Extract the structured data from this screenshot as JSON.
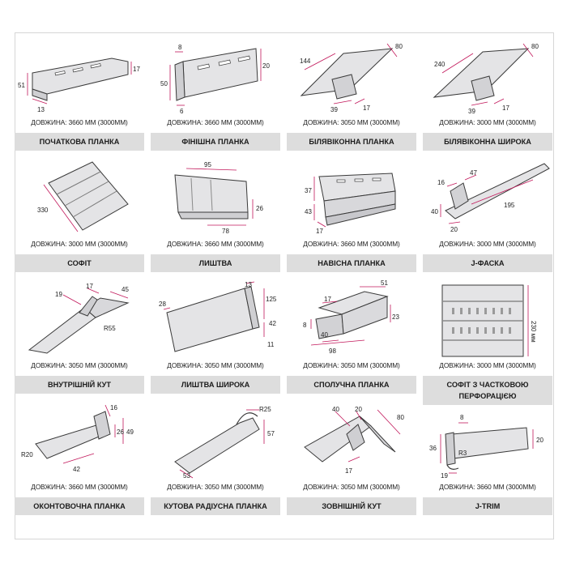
{
  "items": [
    {
      "length": "ДОВЖИНА: 3660 ММ (3000ММ)",
      "name": "ПОЧАТКОВА ПЛАНКА",
      "dims": [
        "51",
        "13",
        "17"
      ]
    },
    {
      "length": "ДОВЖИНА: 3660 ММ (3000ММ)",
      "name": "ФІНІШНА ПЛАНКА",
      "dims": [
        "8",
        "50",
        "20",
        "6"
      ]
    },
    {
      "length": "ДОВЖИНА: 3050 ММ (3000ММ)",
      "name": "БІЛЯВІКОННА ПЛАНКА",
      "dims": [
        "144",
        "80",
        "39",
        "17"
      ]
    },
    {
      "length": "ДОВЖИНА: 3000 ММ (3000ММ)",
      "name": "БІЛЯВІКОННА ШИРОКА",
      "dims": [
        "240",
        "80",
        "39",
        "17"
      ]
    },
    {
      "length": "ДОВЖИНА: 3000 ММ (3000ММ)",
      "name": "СОФІТ",
      "dims": [
        "330"
      ]
    },
    {
      "length": "ДОВЖИНА: 3660 ММ (3000ММ)",
      "name": "ЛИШТВА",
      "dims": [
        "95",
        "26",
        "78"
      ]
    },
    {
      "length": "ДОВЖИНА: 3660 ММ (3000ММ)",
      "name": "НАВІСНА ПЛАНКА",
      "dims": [
        "37",
        "43",
        "17"
      ]
    },
    {
      "length": "ДОВЖИНА: 3000 ММ (3000ММ)",
      "name": "J-ФАСКА",
      "dims": [
        "16",
        "47",
        "195",
        "40",
        "20"
      ]
    },
    {
      "length": "ДОВЖИНА: 3050 ММ (3000ММ)",
      "name": "ВНУТРІШНІЙ КУТ",
      "dims": [
        "19",
        "17",
        "45",
        "R55"
      ]
    },
    {
      "length": "ДОВЖИНА: 3050 ММ (3000ММ)",
      "name": "ЛИШТВА ШИРОКА",
      "dims": [
        "28",
        "13",
        "125",
        "42",
        "11"
      ]
    },
    {
      "length": "ДОВЖИНА: 3050 ММ (3000ММ)",
      "name": "СПОЛУЧНА ПЛАНКА",
      "dims": [
        "51",
        "17",
        "8",
        "40",
        "23",
        "98"
      ]
    },
    {
      "length": "ДОВЖИНА: 3000 ММ (3000ММ)",
      "name": "СОФІТ З ЧАСТКОВОЮ ПЕРФОРАЦІЄЮ",
      "dims": [
        "230 мм"
      ]
    },
    {
      "length": "ДОВЖИНА: 3660 ММ (3000ММ)",
      "name": "ОКОНТОВОЧНА ПЛАНКА",
      "dims": [
        "16",
        "26",
        "49",
        "R20",
        "42"
      ]
    },
    {
      "length": "ДОВЖИНА: 3050 ММ (3000ММ)",
      "name": "КУТОВА РАДІУСНА ПЛАНКА",
      "dims": [
        "R25",
        "57",
        "53"
      ]
    },
    {
      "length": "ДОВЖИНА: 3050 ММ (3000ММ)",
      "name": "ЗОВНІШНІЙ КУТ",
      "dims": [
        "40",
        "20",
        "80",
        "17"
      ]
    },
    {
      "length": "ДОВЖИНА: 3660 ММ (3000ММ)",
      "name": "J-TRIM",
      "dims": [
        "8",
        "36",
        "20",
        "R3",
        "19"
      ]
    }
  ],
  "colors": {
    "profile": "#e4e4e6",
    "profile_edge": "#3a3a3a",
    "dimension_line": "#c2185b",
    "label_bg": "#dddddd"
  }
}
